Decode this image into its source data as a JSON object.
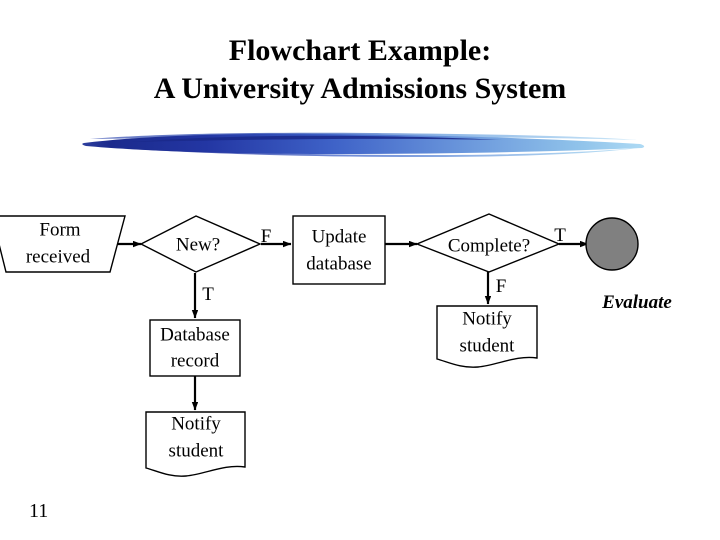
{
  "slide": {
    "title_line_1": "Flowchart Example:",
    "title_line_2": "A University Admissions System",
    "page_number": "11",
    "background_color": "#ffffff",
    "text_color": "#000000"
  },
  "banner": {
    "name": "decorative-brush-stroke",
    "gradient_start_color": "#1b2a8c",
    "gradient_mid_color": "#3f63c8",
    "gradient_end_color": "#9fd0ef"
  },
  "flowchart": {
    "nodes": [
      {
        "id": "form-received",
        "label_line_1": "Form",
        "label_line_2": "received",
        "shape": "manual-input-trapezoid"
      },
      {
        "id": "new-decision",
        "label_line_1": "New?",
        "label_line_2": "",
        "shape": "decision-diamond"
      },
      {
        "id": "update-database",
        "label_line_1": "Update",
        "label_line_2": "database",
        "shape": "process-rectangle"
      },
      {
        "id": "complete-decision",
        "label_line_1": "Complete?",
        "label_line_2": "",
        "shape": "decision-diamond"
      },
      {
        "id": "evaluate-terminal",
        "label_line_1": "",
        "label_line_2": "",
        "shape": "filled-circle"
      },
      {
        "id": "database-record",
        "label_line_1": "Database",
        "label_line_2": "record",
        "shape": "process-rectangle"
      },
      {
        "id": "notify-student-left",
        "label_line_1": "Notify",
        "label_line_2": "student",
        "shape": "document-wavy"
      },
      {
        "id": "notify-student-right",
        "label_line_1": "Notify",
        "label_line_2": "student",
        "shape": "document-wavy"
      }
    ],
    "branch_labels": {
      "new_false": "F",
      "new_true": "T",
      "complete_true": "T",
      "complete_false": "F"
    },
    "captions": {
      "evaluate": "Evaluate"
    },
    "terminal_fill_color": "#808080",
    "line_color": "#000000"
  }
}
